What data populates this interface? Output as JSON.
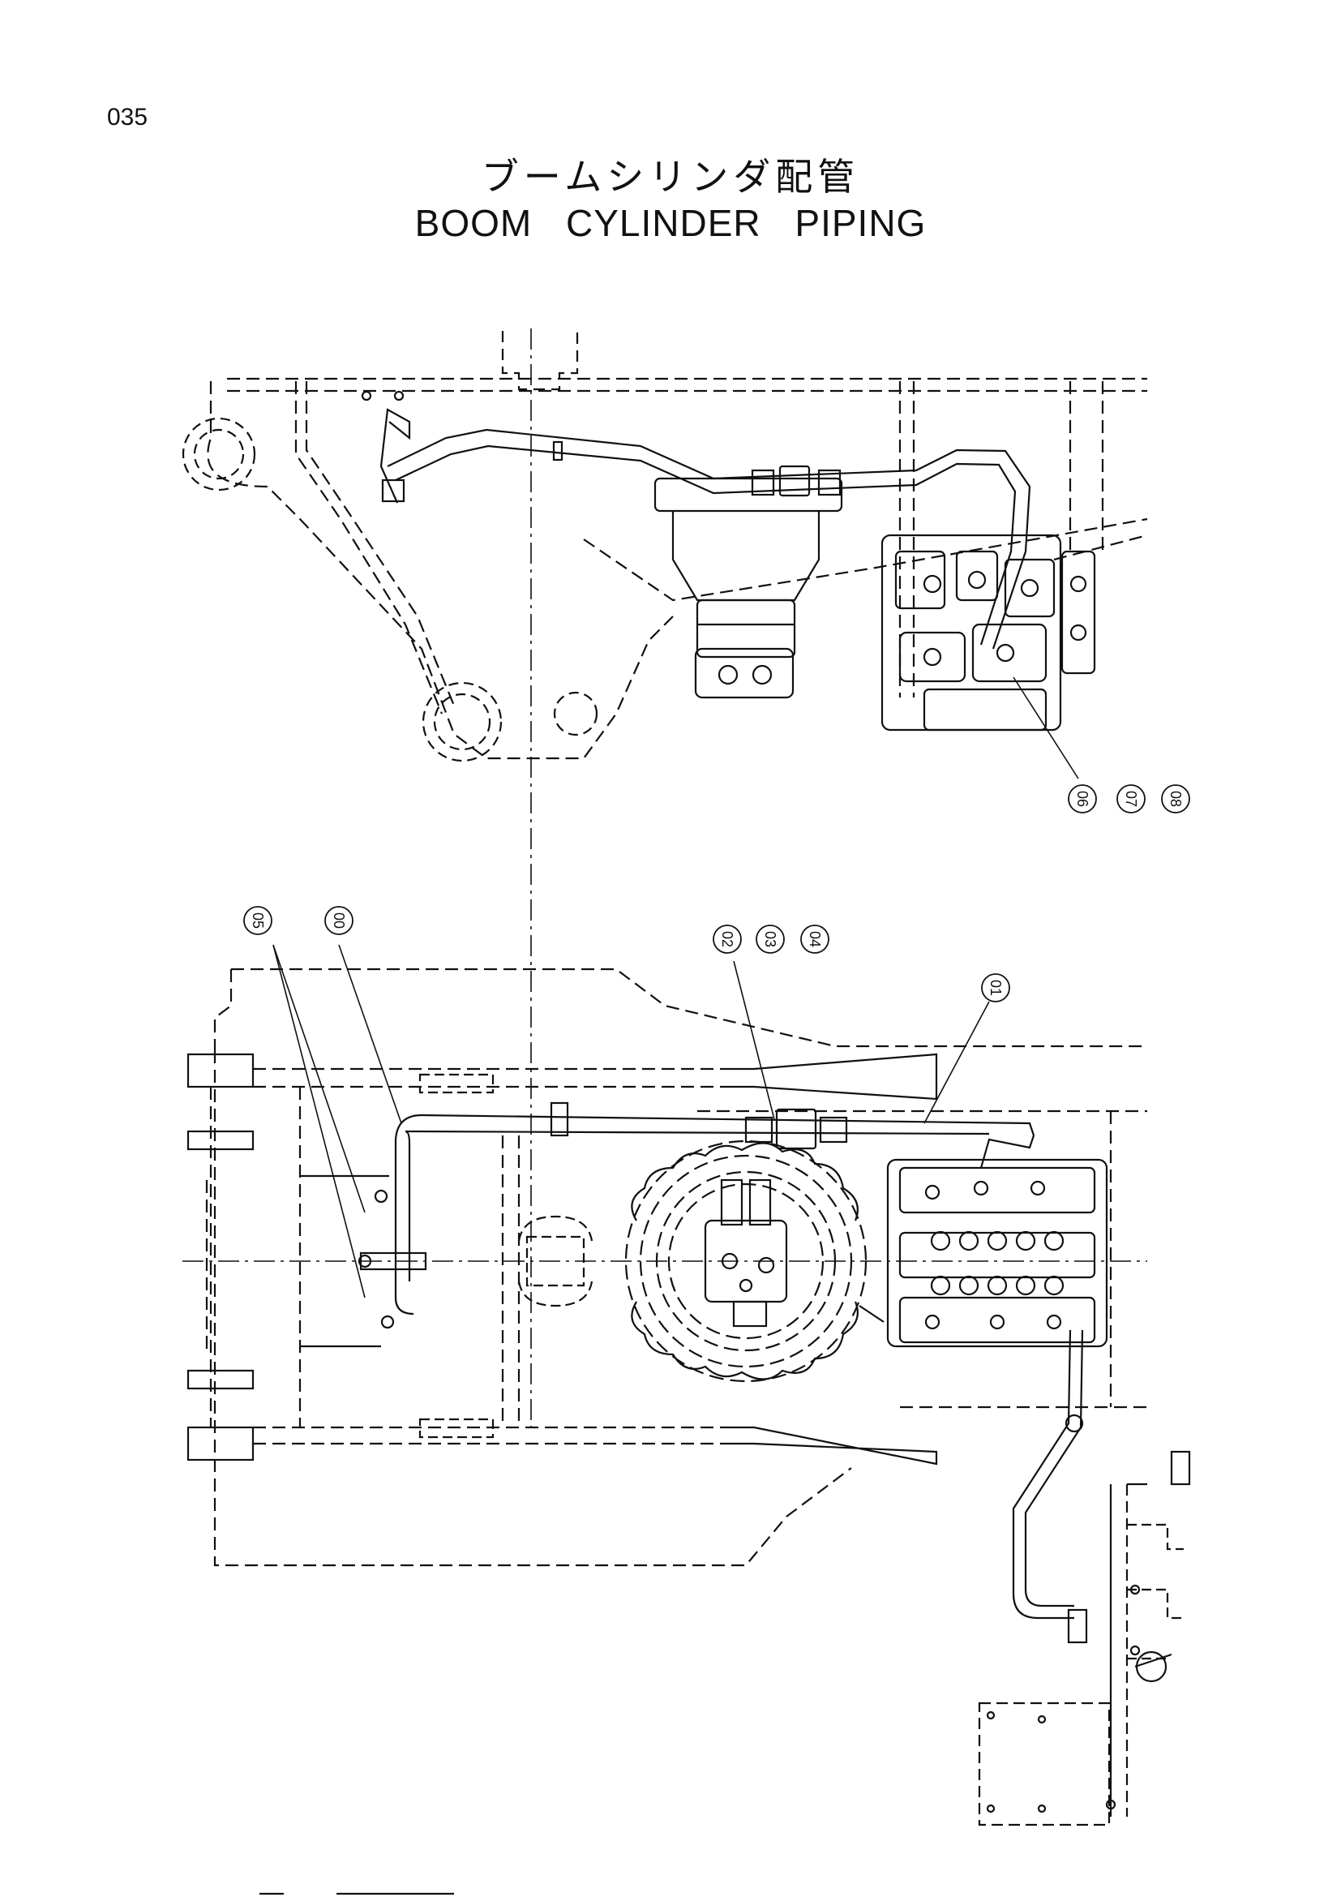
{
  "page": {
    "number": "035"
  },
  "title": {
    "japanese": "ブームシリンダ配管",
    "english": "BOOM CYLINDER PIPING"
  },
  "callouts": {
    "top_view": [
      "06",
      "07",
      "08"
    ],
    "plan_view": [
      "05",
      "00",
      "02",
      "03",
      "04",
      "01"
    ]
  }
}
